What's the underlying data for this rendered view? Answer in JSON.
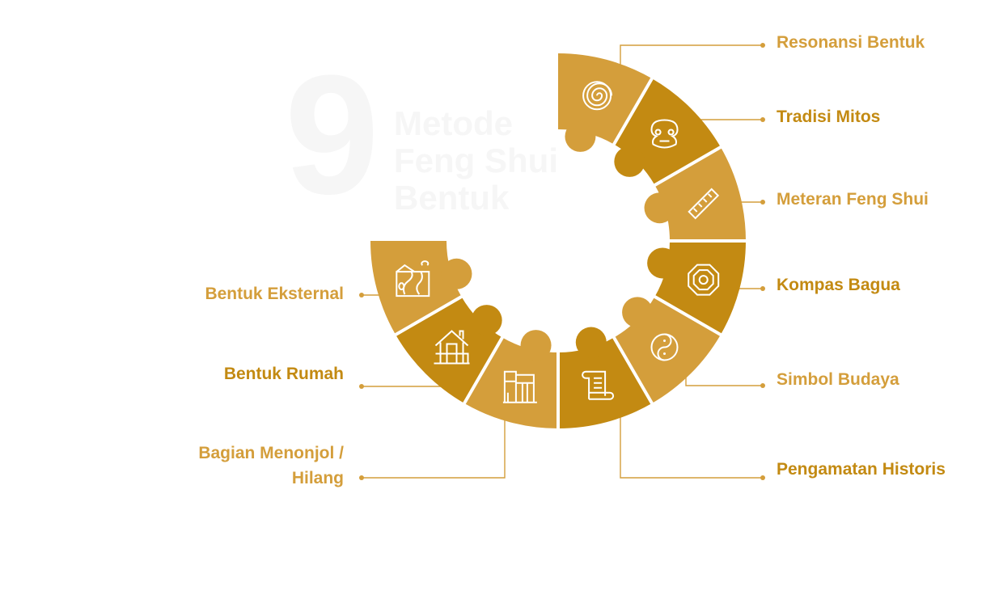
{
  "watermark": {
    "number": "9",
    "line1": "Metode",
    "line2": "Feng Shui",
    "line3": "Bentuk"
  },
  "colors": {
    "light": "#D49E3B",
    "dark": "#C38A12"
  },
  "segments": [
    {
      "label": "Resonansi Bentuk",
      "icon": "spiral-icon",
      "tone": "light"
    },
    {
      "label": "Tradisi Mitos",
      "icon": "lion-dance-icon",
      "tone": "dark"
    },
    {
      "label": "Meteran Feng Shui",
      "icon": "ruler-icon",
      "tone": "light"
    },
    {
      "label": "Kompas Bagua",
      "icon": "bagua-compass-icon",
      "tone": "dark"
    },
    {
      "label": "Simbol Budaya",
      "icon": "yin-yang-icon",
      "tone": "light"
    },
    {
      "label": "Pengamatan Historis",
      "icon": "scroll-icon",
      "tone": "dark"
    },
    {
      "label": "Bagian Menonjol / Hilang",
      "label_line1": "Bagian Menonjol /",
      "label_line2": "Hilang",
      "icon": "buildings-icon",
      "tone": "light"
    },
    {
      "label": "Bentuk Rumah",
      "icon": "house-icon",
      "tone": "dark"
    },
    {
      "label": "Bentuk Eksternal",
      "icon": "landscape-icon",
      "tone": "light"
    }
  ]
}
